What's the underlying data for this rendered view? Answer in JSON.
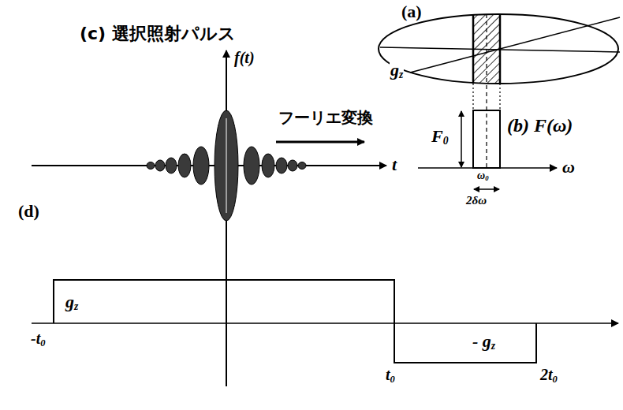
{
  "diagram": {
    "labels": [
      "(a)",
      "gz",
      "(b) F(ω)",
      "F0",
      "ω0",
      "2δω",
      "ω",
      "(c) 選択照射パルス",
      "f(t)",
      "t",
      "フーリエ変換",
      "(d)",
      "gz",
      "-t0",
      "t0",
      "- gz",
      "2t0"
    ]
  }
}
